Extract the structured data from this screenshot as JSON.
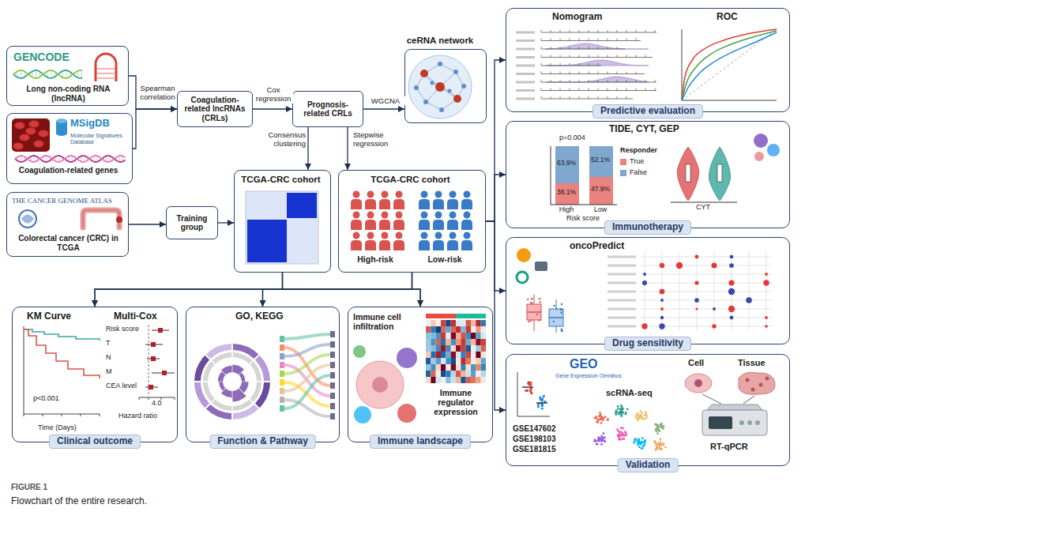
{
  "diagram": {
    "caption": "Flowchart of the entire research.",
    "nodes": [
      {
        "text": [
          "GENCODE",
          "Long non-coding RNA (lncRNA)"
        ]
      },
      {
        "text": [
          "MSigDB",
          "Molecular Signatures Database",
          "Coagulation-related genes"
        ]
      },
      {
        "text": [
          "THE CANCER GENOME ATLAS",
          "Colorectal cancer (CRC) in TCGA"
        ]
      },
      {
        "text": [
          "Coagulation-related lncRNAs (CRLs)"
        ]
      },
      {
        "text": [
          "Prognosis-related CRLs"
        ]
      },
      {
        "text": [
          "Training group"
        ]
      },
      {
        "text": [
          "ceRNA network"
        ]
      },
      {
        "text": [
          "TCGA-CRC cohort"
        ]
      },
      {
        "text": [
          "TCGA-CRC cohort",
          "High-risk",
          "Low-risk"
        ]
      },
      {
        "text": [
          "Nomogram",
          "ROC"
        ]
      },
      {
        "text": [
          "Predictive evaluation"
        ],
        "in": 9
      },
      {
        "text": [
          "TIDE, CYT, GEP"
        ]
      },
      {
        "text": [
          "Immunotherapy"
        ],
        "in": 11
      },
      {
        "text": [
          "oncoPredict"
        ]
      },
      {
        "text": [
          "Drug sensitivity"
        ],
        "in": 13
      },
      {
        "text": [
          "GEO",
          "Gene Expression Omnibus",
          "Cell",
          "Tissue",
          "scRNA-seq",
          "GSE147602",
          "GSE198103",
          "GSE181815",
          "RT-qPCR"
        ]
      },
      {
        "text": [
          "Validation"
        ],
        "in": 15
      },
      {
        "text": [
          "KM Curve",
          "Multi-Cox"
        ]
      },
      {
        "text": [
          "Clinical outcome"
        ],
        "in": 17
      },
      {
        "text": [
          "GO, KEGG"
        ]
      },
      {
        "text": [
          "Function & Pathway"
        ],
        "in": 19
      },
      {
        "text": [
          "Immune cell infiltration",
          "Immune regulator expression"
        ]
      },
      {
        "text": [
          "Immune landscape"
        ],
        "in": 21
      }
    ],
    "edges": [
      {
        "from": 0,
        "to": 3,
        "arrow": "to",
        "label": "Spearman correlation"
      },
      {
        "from": 1,
        "to": 3,
        "arrow": "to"
      },
      {
        "from": 3,
        "to": 4,
        "arrow": "to",
        "label": "Cox regression"
      },
      {
        "from": 4,
        "to": 6,
        "arrow": "to",
        "label": "WGCNA"
      },
      {
        "from": 4,
        "to": 7,
        "arrow": "to",
        "label": "Consensus clustering"
      },
      {
        "from": 4,
        "to": 8,
        "arrow": "to",
        "label": "Stepwise regression"
      },
      {
        "from": 2,
        "to": 5,
        "arrow": "to"
      },
      {
        "from": 5,
        "to": 7,
        "arrow": "to"
      },
      {
        "from": 7,
        "to": 17,
        "arrow": "to"
      },
      {
        "from": 7,
        "to": 19,
        "arrow": "to"
      },
      {
        "from": 7,
        "to": 21,
        "arrow": "to"
      },
      {
        "from": 8,
        "to": 17,
        "arrow": "to"
      },
      {
        "from": 8,
        "to": 19,
        "arrow": "to"
      },
      {
        "from": 8,
        "to": 21,
        "arrow": "to"
      },
      {
        "from": 8,
        "to": 9,
        "arrow": "to"
      },
      {
        "from": 8,
        "to": 11,
        "arrow": "to"
      },
      {
        "from": 8,
        "to": 13,
        "arrow": "to"
      },
      {
        "from": 8,
        "to": 15,
        "arrow": "to"
      }
    ],
    "labels": [
      "p<0.001",
      "Time (Days)",
      "Risk score",
      "T",
      "N",
      "M",
      "CEA level",
      "4.0",
      "Hazard ratio",
      "p=0.004",
      "63.9%",
      "36.1%",
      "52.1%",
      "47.9%",
      "High",
      "Low",
      "Risk score",
      "Responder",
      "CYT",
      "FIGURE 1"
    ],
    "legend": [
      {
        "text": "True",
        "color": "#e8837f"
      },
      {
        "text": "False",
        "color": "#7fa7cf"
      }
    ]
  }
}
